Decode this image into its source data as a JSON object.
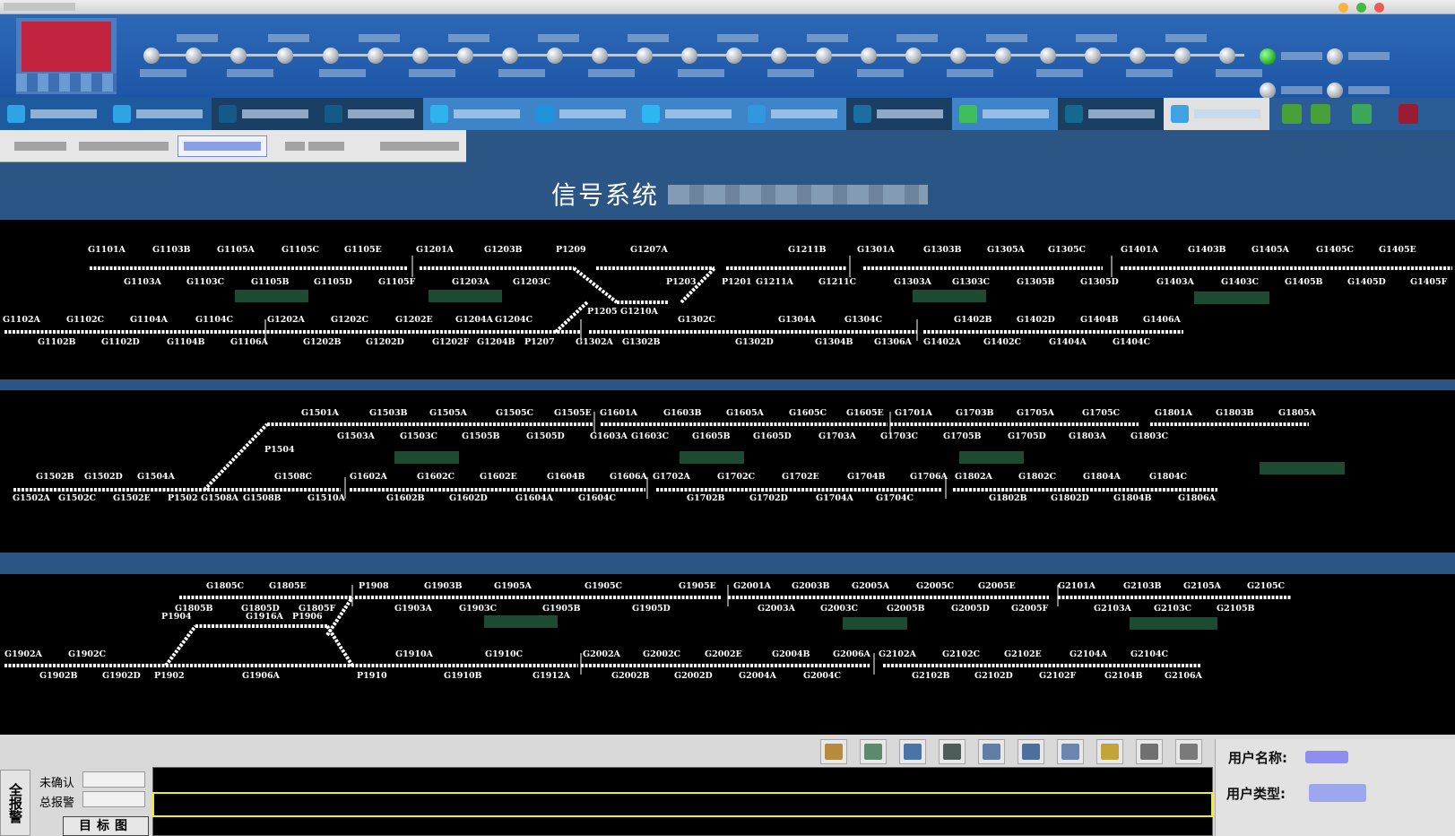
{
  "window": {
    "buttons": [
      "minimize",
      "maximize",
      "close"
    ]
  },
  "banner": {
    "title": "信号系统"
  },
  "tracks": {
    "panel1": {
      "top_upper": [
        "G1101A",
        "G1103B",
        "G1105A",
        "G1105C",
        "G1105E",
        "G1201A",
        "G1203B",
        "P1209",
        "G1207A",
        "G1211B",
        "G1301A",
        "G1303B",
        "G1305A",
        "G1305C",
        "G1401A",
        "G1403B",
        "G1405A",
        "G1405C",
        "G1405E"
      ],
      "top_lower": [
        "G1103A",
        "G1103C",
        "G1105B",
        "G1105D",
        "G1105F",
        "G1203A",
        "G1203C",
        "P1203",
        "P1201",
        "G1211A",
        "G1211C",
        "G1303A",
        "G1303C",
        "G1305B",
        "G1305D",
        "G1403A",
        "G1403C",
        "G1405B",
        "G1405D",
        "G1405F"
      ],
      "mid": [
        "P1205",
        "G1210A"
      ],
      "bot_upper": [
        "G1102A",
        "G1102C",
        "G1104A",
        "G1104C",
        "G1202A",
        "G1202C",
        "G1202E",
        "G1204A",
        "G1204C",
        "G1302C",
        "G1304A",
        "G1304C",
        "G1402B",
        "G1402D",
        "G1404B",
        "G1406A"
      ],
      "bot_lower": [
        "G1102B",
        "G1102D",
        "G1104B",
        "G1106A",
        "G1202B",
        "G1202D",
        "G1202F",
        "G1204B",
        "P1207",
        "G1302A",
        "G1302B",
        "G1302D",
        "G1304B",
        "G1306A",
        "G1402A",
        "G1402C",
        "G1404A",
        "G1404C"
      ]
    },
    "panel2": {
      "top_upper": [
        "G1501A",
        "G1503B",
        "G1505A",
        "G1505C",
        "G1505E",
        "G1601A",
        "G1603B",
        "G1605A",
        "G1605C",
        "G1605E",
        "G1701A",
        "G1703B",
        "G1705A",
        "G1705C",
        "G1801A",
        "G1803B",
        "G1805A"
      ],
      "top_lower": [
        "G1503A",
        "G1503C",
        "G1505B",
        "G1505D",
        "G1603A",
        "G1603C",
        "G1605B",
        "G1605D",
        "G1703A",
        "G1703C",
        "G1705B",
        "G1705D",
        "G1803A",
        "G1803C"
      ],
      "mid": [
        "P1504"
      ],
      "bot_upper": [
        "G1502B",
        "G1502D",
        "G1504A",
        "G1508C",
        "G1602A",
        "G1602C",
        "G1602E",
        "G1604B",
        "G1606A",
        "G1702A",
        "G1702C",
        "G1702E",
        "G1704B",
        "G1706A",
        "G1802A",
        "G1802C",
        "G1804A",
        "G1804C"
      ],
      "bot_lower": [
        "G1502A",
        "G1502C",
        "G1502E",
        "P1502",
        "G1508A",
        "G1508B",
        "G1510A",
        "G1602B",
        "G1602D",
        "G1604A",
        "G1604C",
        "G1702B",
        "G1702D",
        "G1704A",
        "G1704C",
        "G1802B",
        "G1802D",
        "G1804B",
        "G1806A"
      ]
    },
    "panel3": {
      "top_upper": [
        "G1805C",
        "G1805E",
        "P1908",
        "G1903B",
        "G1905A",
        "G1905C",
        "G1905E",
        "G2001A",
        "G2003B",
        "G2005A",
        "G2005C",
        "G2005E",
        "G2101A",
        "G2103B",
        "G2105A",
        "G2105C"
      ],
      "top_lower": [
        "G1805B",
        "G1805D",
        "G1805F",
        "G1903A",
        "G1903C",
        "G1905B",
        "G1905D",
        "G2003A",
        "G2003C",
        "G2005B",
        "G2005D",
        "G2005F",
        "G2103A",
        "G2103C",
        "G2105B"
      ],
      "mid": [
        "P1904",
        "G1916A",
        "P1906"
      ],
      "bot_upper": [
        "G1902A",
        "G1902C",
        "G1910A",
        "G1910C",
        "G2002A",
        "G2002C",
        "G2002E",
        "G2004B",
        "G2006A",
        "G2102A",
        "G2102C",
        "G2102E",
        "G2104A",
        "G2104C"
      ],
      "bot_lower": [
        "G1902B",
        "G1902D",
        "P1902",
        "G1906A",
        "P1910",
        "G1910B",
        "G1912A",
        "G2002B",
        "G2002D",
        "G2004A",
        "G2004C",
        "G2102B",
        "G2102D",
        "G2102F",
        "G2104B",
        "G2106A"
      ]
    }
  },
  "bottom": {
    "alarm_all": "全报警",
    "unconfirmed": "未确认",
    "total_alarm": "总报警",
    "target_button": "目标图",
    "toolbar_icons": [
      "tools-icon",
      "network-icon",
      "layout-icon",
      "monitor-icon",
      "triangle-icon",
      "chart-icon",
      "user-icon",
      "lock-icon",
      "print-icon",
      "help-icon"
    ]
  },
  "user": {
    "name_label": "用户名称:",
    "type_label": "用户类型:"
  }
}
